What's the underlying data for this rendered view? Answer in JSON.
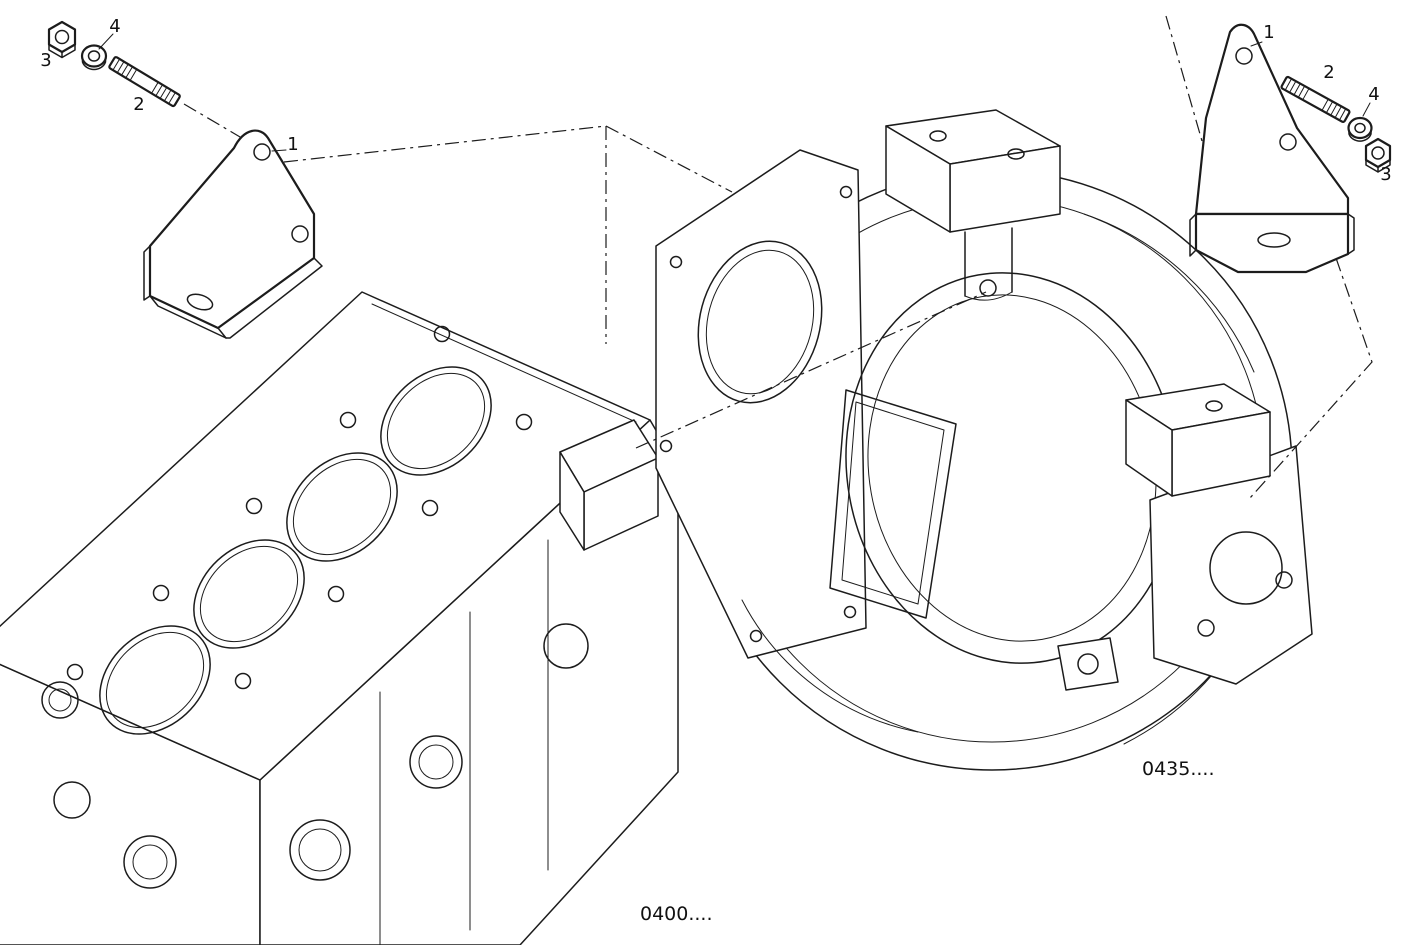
{
  "diagram": {
    "kind": "exploded-parts-diagram",
    "background_color": "#ffffff",
    "line_color": "#1c1c1c",
    "label_color": "#111111",
    "callouts": {
      "left": {
        "bracket": "1",
        "stud": "2",
        "nut": "3",
        "washer": "4"
      },
      "right": {
        "bracket": "1",
        "stud": "2",
        "nut": "3",
        "washer": "4"
      }
    },
    "references": {
      "crankcase": "0400....",
      "flywheel_housing": "0435...."
    }
  }
}
